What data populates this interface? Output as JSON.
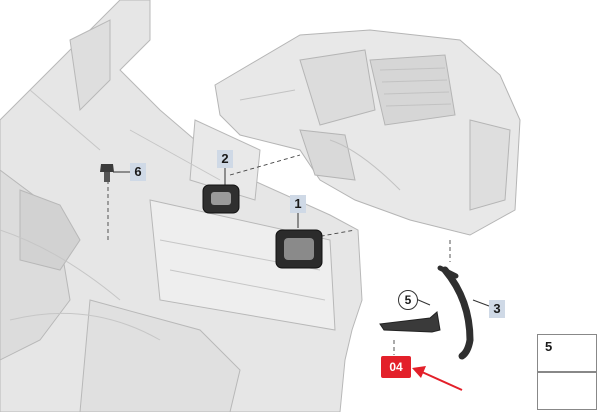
{
  "callouts": {
    "c1": "1",
    "c2": "2",
    "c3": "3",
    "c5": "5",
    "c6": "6"
  },
  "highlight": {
    "label": "04",
    "color": "#e3202a"
  },
  "legend": {
    "number": "5"
  },
  "colors": {
    "part_fill": "#e6e6e6",
    "part_stroke": "#b9b9b9",
    "callout_box": "#cfd9e6",
    "line": "#333333"
  }
}
